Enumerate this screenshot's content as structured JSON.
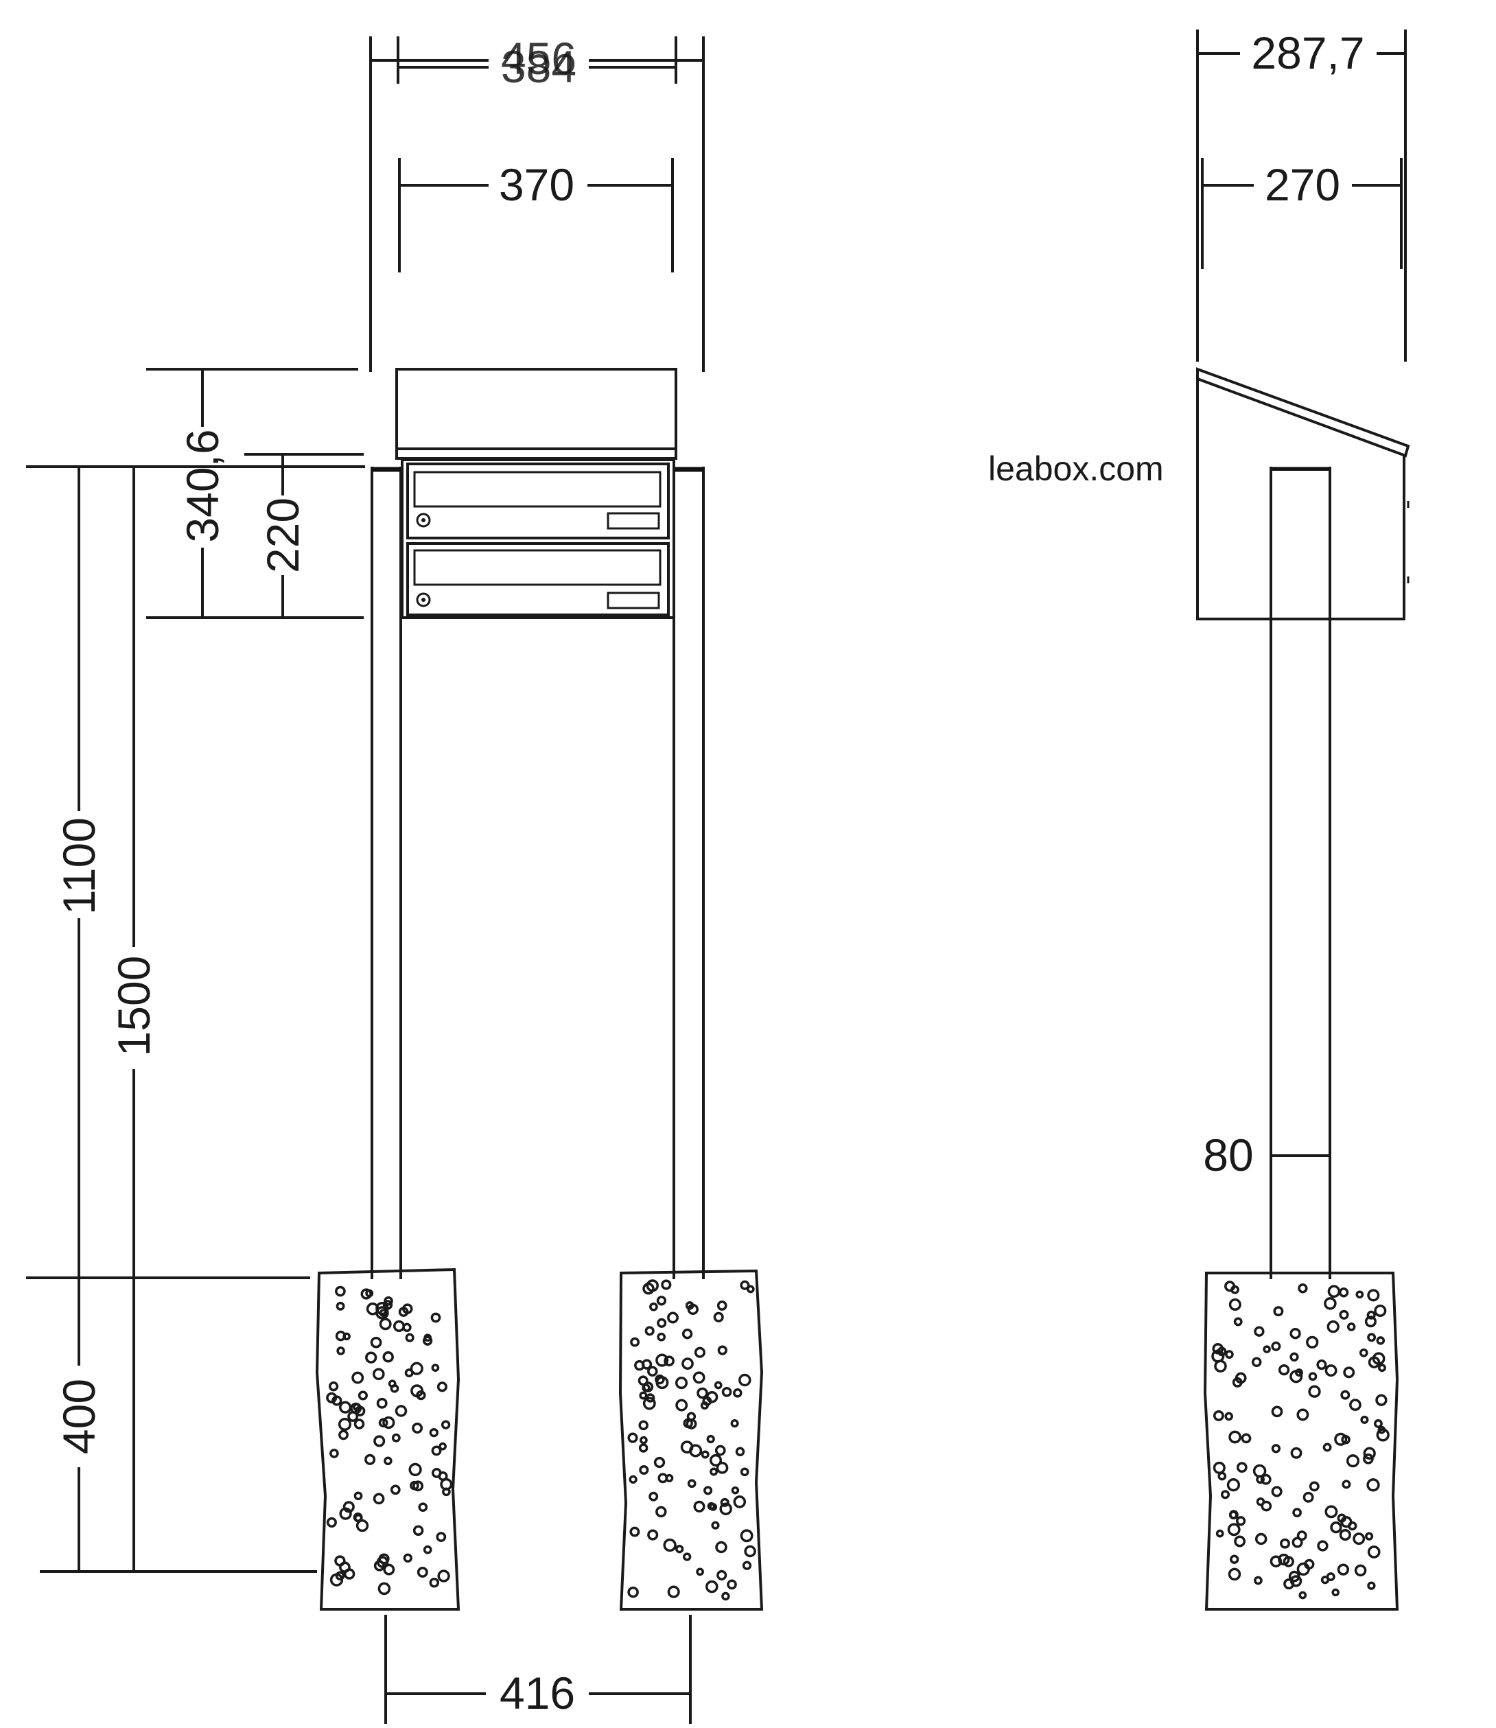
{
  "brand": "leabox.com",
  "front_view": {
    "width_overall_a": "456",
    "width_overall_b": "384",
    "width_inner": "370",
    "height_roof": "340,6",
    "height_box": "220",
    "height_to_box": "1100",
    "height_total": "1500",
    "foundation_depth": "400",
    "post_spacing": "416"
  },
  "side_view": {
    "depth_overall": "287,7",
    "depth_box": "270",
    "post_size": "80"
  }
}
